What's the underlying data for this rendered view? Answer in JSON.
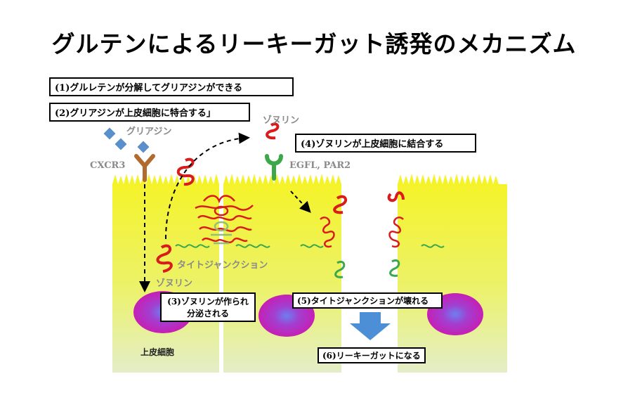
{
  "title": "グルテンによるリーキーガット誘発のメカニズム",
  "steps": {
    "s1": "(1)グルレテンが分解してグリアジンができる",
    "s2": "(2)グリアジンが上皮細胞に特合する」",
    "s3_line1": "(3)ゾヌリンが作られ",
    "s3_line2": "分泌される",
    "s4": "(4)ゾヌリンが上皮細胞に結合する",
    "s5": "(5)タイトジャンクションが壊れる",
    "s6": "(6)リーキーガットになる"
  },
  "labels": {
    "gliadin": "グリアジン",
    "receptor": "CXCR3",
    "zonulin_top": "ゾヌリン",
    "zonulin_receptor": "EGFL, PAR2",
    "tight_junction": "タイトジャンクション",
    "zonulin_mid": "ゾヌリン",
    "epithelial_cell": "上皮細胞"
  },
  "colors": {
    "cell_fill": "#f4f32a",
    "cell_fade": "#e2eec0",
    "nucleus": "#c21fb8",
    "nucleus_center": "#5a6ee6",
    "zonulin": "#d81c1c",
    "junction_green": "#3ca84a",
    "receptor_brown": "#b26a2e",
    "gliadin_blue": "#5a8fcc",
    "arrow_blue": "#4d8fd6"
  }
}
